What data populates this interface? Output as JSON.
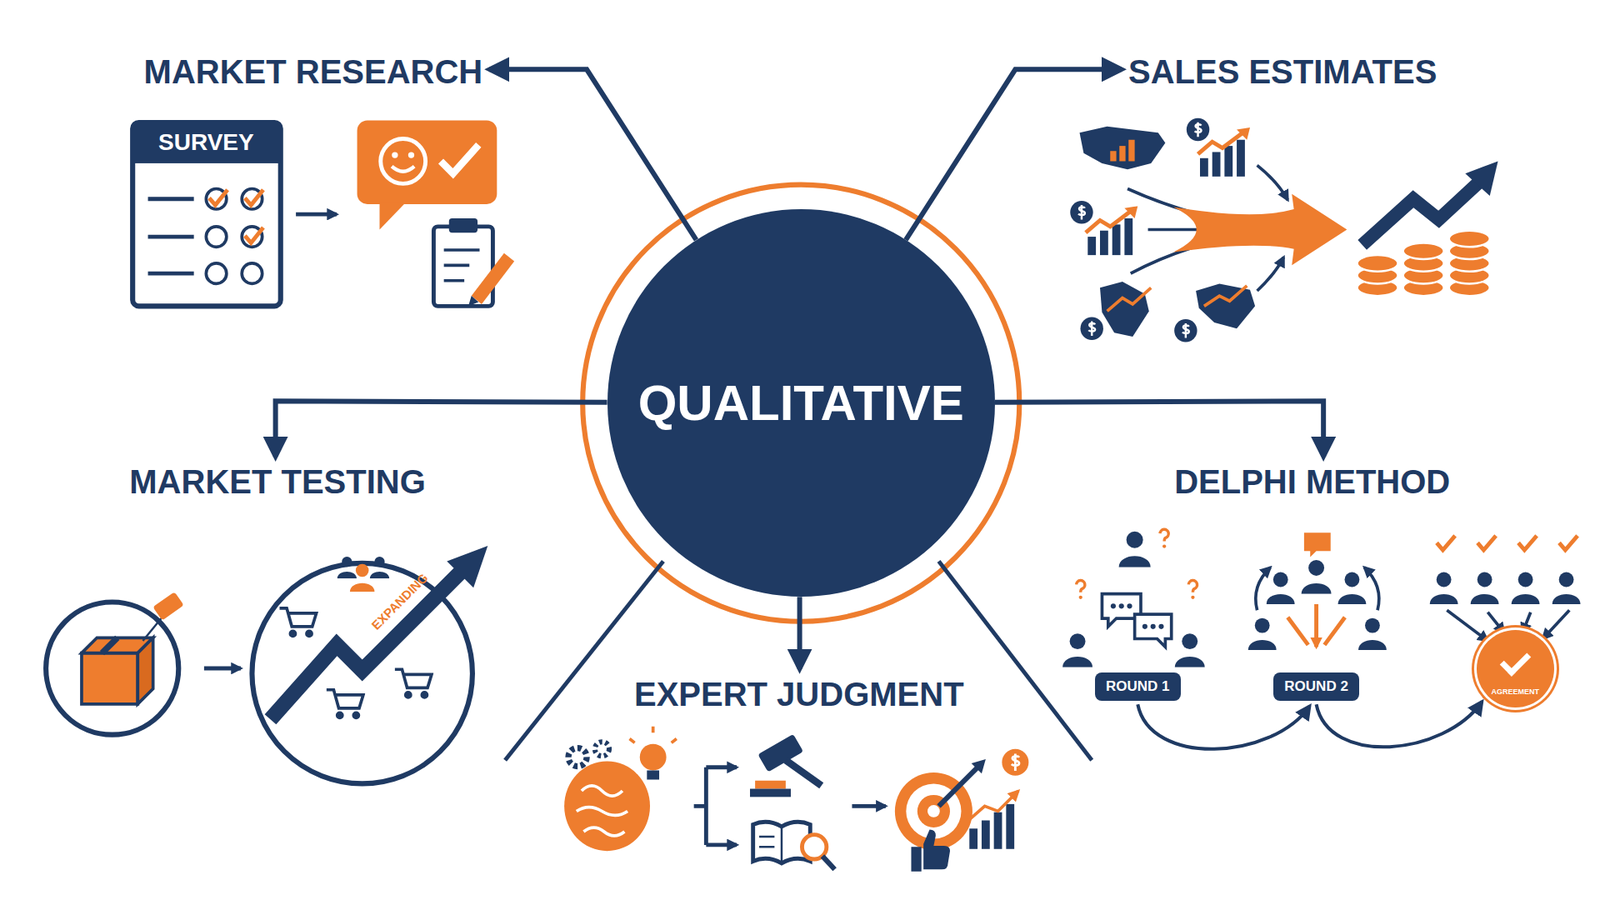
{
  "diagram": {
    "nodes": [
      {
        "text": [
          "QUALITATIVE"
        ]
      },
      {
        "text": [
          "MARKET RESEARCH"
        ]
      },
      {
        "text": [
          "SALES ESTIMATES"
        ]
      },
      {
        "text": [
          "MARKET TESTING"
        ]
      },
      {
        "text": [
          "DELPHI METHOD"
        ]
      },
      {
        "text": [
          "ROUND 1"
        ],
        "in": 4
      },
      {
        "text": [
          "ROUND 2"
        ],
        "in": 4
      },
      {
        "text": [
          "AGREEMENT"
        ],
        "in": 4
      },
      {
        "text": [
          "EXPERT JUDGMENT"
        ]
      }
    ],
    "edges": [
      {
        "from": 0,
        "to": 1,
        "arrow": "to"
      },
      {
        "from": 0,
        "to": 2,
        "arrow": "to"
      },
      {
        "from": 0,
        "to": 3,
        "arrow": "to"
      },
      {
        "from": 0,
        "to": 4,
        "arrow": "to"
      },
      {
        "from": 0,
        "to": 8,
        "arrow": "to"
      },
      {
        "from": 5,
        "to": 6,
        "arrow": "to"
      },
      {
        "from": 6,
        "to": 7,
        "arrow": "to"
      }
    ],
    "labels": [
      "SURVEY",
      "EXPANDING"
    ]
  }
}
